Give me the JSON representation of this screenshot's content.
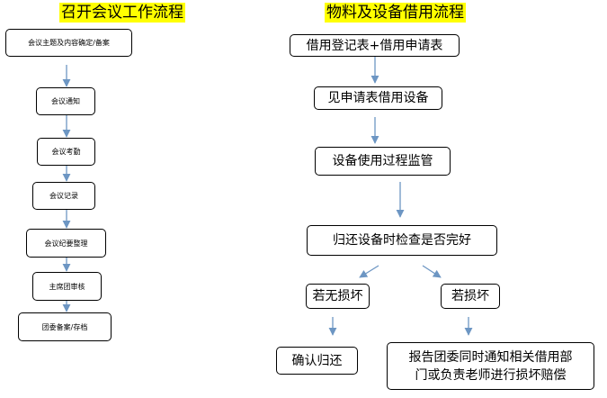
{
  "left": {
    "title": "召开会议工作流程",
    "steps": [
      "会议主题及内容确定/备案",
      "会议通知",
      "会议考勤",
      "会议记录",
      "会议纪要整理",
      "主席团审核",
      "团委备案/存档"
    ]
  },
  "right": {
    "title": "物料及设备借用流程",
    "steps": [
      "借用登记表+借用申请表",
      "见申请表借用设备",
      "设备使用过程监管",
      "归还设备时检查是否完好"
    ],
    "branch_no_damage": "若无损坏",
    "branch_damage": "若损坏",
    "result_no_damage": "确认归还",
    "result_damage": [
      "报告团委同时通知相关借用部",
      "门或负责老师进行损坏赔偿"
    ]
  },
  "colors": {
    "title_bg": "#ffff00",
    "arrow": "#6d96c3"
  }
}
